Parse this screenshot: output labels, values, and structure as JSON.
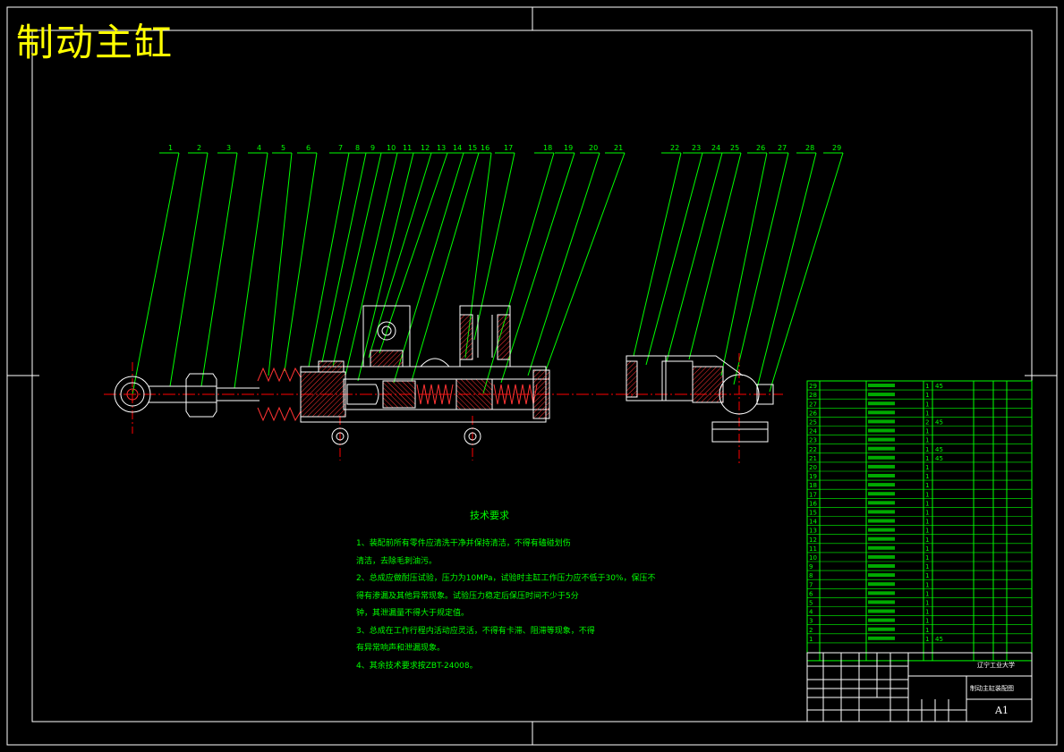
{
  "drawing": {
    "title": "制动主缸",
    "colors": {
      "background": "#000000",
      "outline": "#ffffff",
      "leader": "#00ff00",
      "centerline": "#ff0000",
      "title_text": "#ffff00",
      "table": "#00ff00",
      "hatch": "#ff3333"
    }
  },
  "balloons": [
    "1",
    "2",
    "3",
    "4",
    "5",
    "6",
    "7",
    "8",
    "9",
    "10",
    "11",
    "12",
    "13",
    "14",
    "15",
    "16",
    "17",
    "18",
    "19",
    "20",
    "21",
    "22",
    "23",
    "24",
    "25",
    "26",
    "27",
    "28",
    "29"
  ],
  "technical_requirements": {
    "heading": "技术要求",
    "lines": [
      "1、装配前所有零件应清洗干净并保持清洁，不得有磕碰划伤",
      "清洁，去除毛刺油污。",
      "2、总成应做耐压试验，压力为10MPa，试验时主缸工作压力应不低于30%，保压不",
      "得有渗漏及其他异常现象。试验压力稳定后保压时间不少于5分",
      "钟，其泄漏量不得大于规定值。",
      "3、总成在工作行程内活动应灵活，不得有卡滞、阻滞等现象，不得",
      "有异常响声和泄漏现象。",
      "4、其余技术要求按ZBT-24008。"
    ]
  },
  "parts_table": {
    "rows": [
      {
        "no": "29",
        "code": "",
        "name": "",
        "qty": "1",
        "mat": "45"
      },
      {
        "no": "28",
        "code": "",
        "name": "",
        "qty": "1",
        "mat": ""
      },
      {
        "no": "27",
        "code": "",
        "name": "",
        "qty": "1",
        "mat": ""
      },
      {
        "no": "26",
        "code": "",
        "name": "",
        "qty": "1",
        "mat": ""
      },
      {
        "no": "25",
        "code": "",
        "name": "",
        "qty": "2",
        "mat": "45"
      },
      {
        "no": "24",
        "code": "",
        "name": "",
        "qty": "1",
        "mat": ""
      },
      {
        "no": "23",
        "code": "",
        "name": "",
        "qty": "1",
        "mat": ""
      },
      {
        "no": "22",
        "code": "",
        "name": "",
        "qty": "1",
        "mat": "45"
      },
      {
        "no": "21",
        "code": "",
        "name": "",
        "qty": "1",
        "mat": "45"
      },
      {
        "no": "20",
        "code": "",
        "name": "",
        "qty": "1",
        "mat": ""
      },
      {
        "no": "19",
        "code": "",
        "name": "",
        "qty": "1",
        "mat": ""
      },
      {
        "no": "18",
        "code": "",
        "name": "",
        "qty": "1",
        "mat": ""
      },
      {
        "no": "17",
        "code": "",
        "name": "",
        "qty": "1",
        "mat": ""
      },
      {
        "no": "16",
        "code": "",
        "name": "",
        "qty": "1",
        "mat": ""
      },
      {
        "no": "15",
        "code": "",
        "name": "",
        "qty": "1",
        "mat": ""
      },
      {
        "no": "14",
        "code": "",
        "name": "",
        "qty": "1",
        "mat": ""
      },
      {
        "no": "13",
        "code": "",
        "name": "",
        "qty": "1",
        "mat": ""
      },
      {
        "no": "12",
        "code": "",
        "name": "",
        "qty": "1",
        "mat": ""
      },
      {
        "no": "11",
        "code": "",
        "name": "",
        "qty": "1",
        "mat": ""
      },
      {
        "no": "10",
        "code": "",
        "name": "",
        "qty": "1",
        "mat": ""
      },
      {
        "no": "9",
        "code": "",
        "name": "",
        "qty": "1",
        "mat": ""
      },
      {
        "no": "8",
        "code": "",
        "name": "",
        "qty": "1",
        "mat": ""
      },
      {
        "no": "7",
        "code": "",
        "name": "",
        "qty": "1",
        "mat": ""
      },
      {
        "no": "6",
        "code": "",
        "name": "",
        "qty": "1",
        "mat": ""
      },
      {
        "no": "5",
        "code": "",
        "name": "",
        "qty": "1",
        "mat": ""
      },
      {
        "no": "4",
        "code": "",
        "name": "",
        "qty": "1",
        "mat": ""
      },
      {
        "no": "3",
        "code": "",
        "name": "",
        "qty": "1",
        "mat": ""
      },
      {
        "no": "2",
        "code": "",
        "name": "",
        "qty": "1",
        "mat": ""
      },
      {
        "no": "1",
        "code": "",
        "name": "",
        "qty": "1",
        "mat": "45"
      }
    ]
  },
  "title_block": {
    "school": "辽宁工业大学",
    "drawing_name": "制动主缸装配图",
    "sheet_size": "A1"
  }
}
